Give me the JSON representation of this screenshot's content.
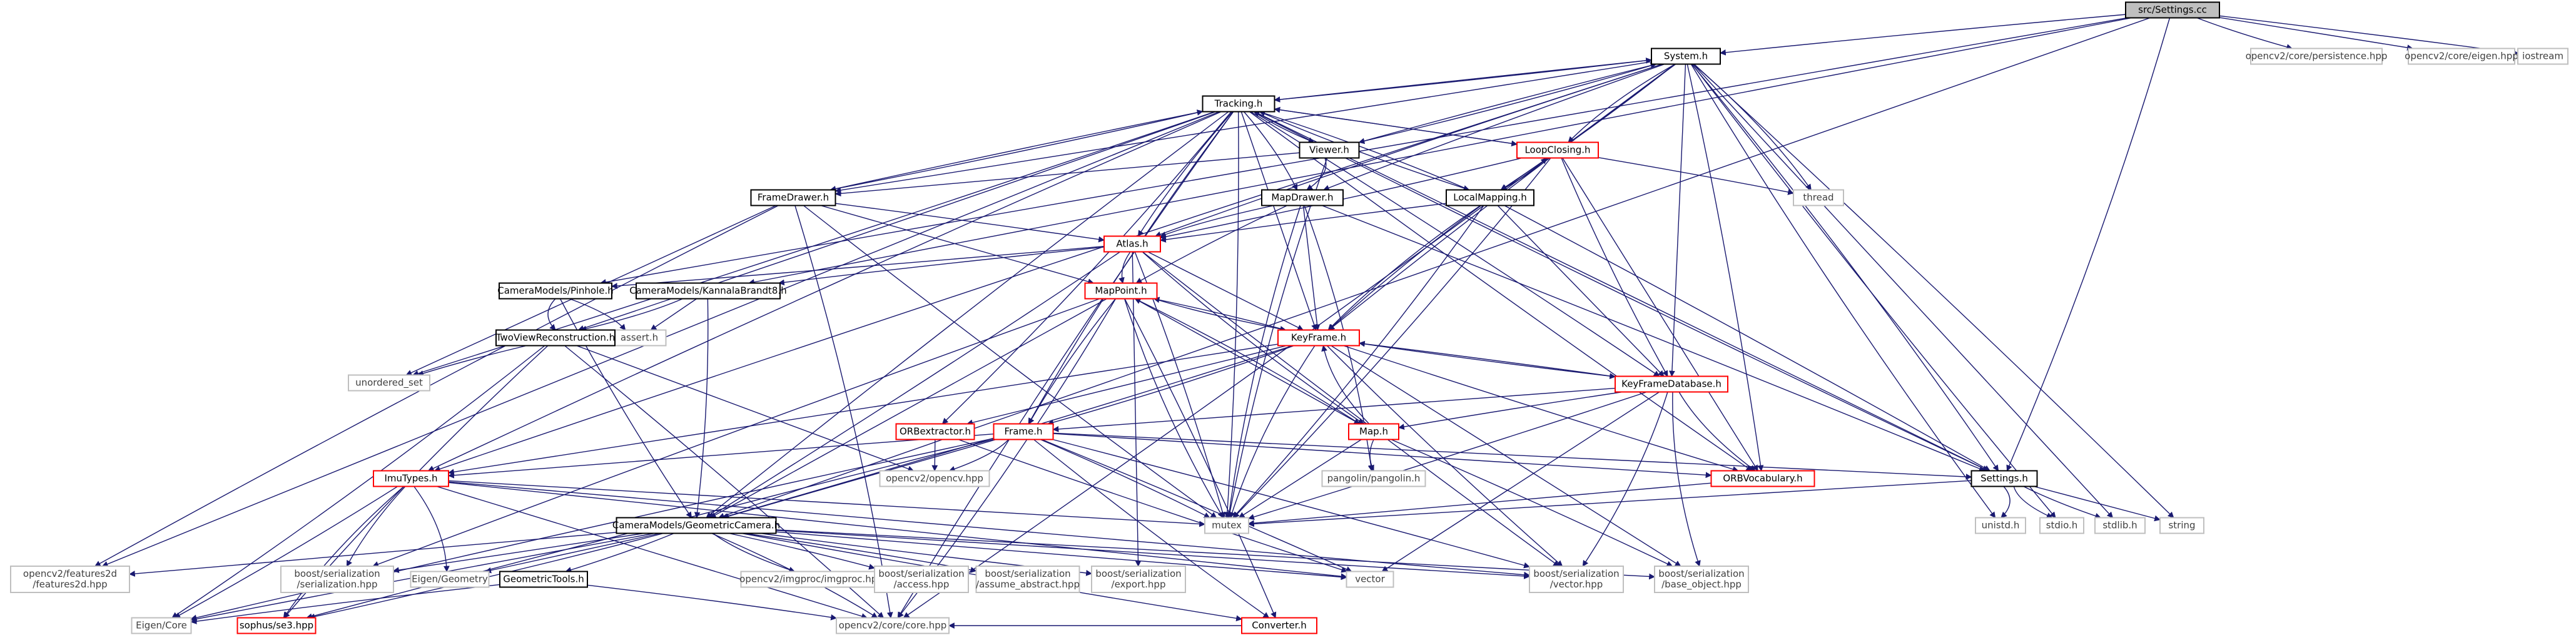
{
  "diagram": {
    "kind": "include-dependency-graph",
    "colors": {
      "edge": "#191970",
      "text_normal": "#000000",
      "text_link": "#000000",
      "text_truncated": "#000000",
      "box_normal": "#000000",
      "box_truncated": "#ff0000",
      "box_external": "#bfbfbf",
      "root_fill": "#bfbfbf",
      "node_fill": "#ffffff",
      "external_text": "#3f3f3f"
    },
    "nodes": [
      {
        "id": "root",
        "lines": [
          "src/Settings.cc"
        ],
        "style": "root"
      },
      {
        "id": "system",
        "lines": [
          "System.h"
        ],
        "style": "normal"
      },
      {
        "id": "persistence",
        "lines": [
          "opencv2/core/persistence.hpp"
        ],
        "style": "external"
      },
      {
        "id": "eigenhpp",
        "lines": [
          "opencv2/core/eigen.hpp"
        ],
        "style": "external"
      },
      {
        "id": "iostream",
        "lines": [
          "iostream"
        ],
        "style": "external"
      },
      {
        "id": "tracking",
        "lines": [
          "Tracking.h"
        ],
        "style": "normal"
      },
      {
        "id": "viewer",
        "lines": [
          "Viewer.h"
        ],
        "style": "normal"
      },
      {
        "id": "loopclosing",
        "lines": [
          "LoopClosing.h"
        ],
        "style": "truncated"
      },
      {
        "id": "mapdrawer",
        "lines": [
          "MapDrawer.h"
        ],
        "style": "normal"
      },
      {
        "id": "framedrawer",
        "lines": [
          "FrameDrawer.h"
        ],
        "style": "normal"
      },
      {
        "id": "localmapping",
        "lines": [
          "LocalMapping.h"
        ],
        "style": "normal"
      },
      {
        "id": "thread",
        "lines": [
          "thread"
        ],
        "style": "external"
      },
      {
        "id": "atlas",
        "lines": [
          "Atlas.h"
        ],
        "style": "truncated"
      },
      {
        "id": "campinhole",
        "lines": [
          "CameraModels/Pinhole.h"
        ],
        "style": "normal"
      },
      {
        "id": "camkb",
        "lines": [
          "CameraModels/KannalaBrandt8.h"
        ],
        "style": "normal"
      },
      {
        "id": "mappoint",
        "lines": [
          "MapPoint.h"
        ],
        "style": "truncated"
      },
      {
        "id": "assert",
        "lines": [
          "assert.h"
        ],
        "style": "external"
      },
      {
        "id": "twoview",
        "lines": [
          "TwoViewReconstruction.h"
        ],
        "style": "normal"
      },
      {
        "id": "keyframe",
        "lines": [
          "KeyFrame.h"
        ],
        "style": "truncated"
      },
      {
        "id": "unordered",
        "lines": [
          "unordered_set"
        ],
        "style": "external"
      },
      {
        "id": "kfdb",
        "lines": [
          "KeyFrameDatabase.h"
        ],
        "style": "truncated"
      },
      {
        "id": "orbext",
        "lines": [
          "ORBextractor.h"
        ],
        "style": "truncated"
      },
      {
        "id": "frame",
        "lines": [
          "Frame.h"
        ],
        "style": "truncated"
      },
      {
        "id": "map",
        "lines": [
          "Map.h"
        ],
        "style": "truncated"
      },
      {
        "id": "opencvhpp",
        "lines": [
          "opencv2/opencv.hpp"
        ],
        "style": "external"
      },
      {
        "id": "pangolin",
        "lines": [
          "pangolin/pangolin.h"
        ],
        "style": "external"
      },
      {
        "id": "imutypes",
        "lines": [
          "ImuTypes.h"
        ],
        "style": "truncated"
      },
      {
        "id": "orbvocab",
        "lines": [
          "ORBVocabulary.h"
        ],
        "style": "truncated"
      },
      {
        "id": "settings",
        "lines": [
          "Settings.h"
        ],
        "style": "normal"
      },
      {
        "id": "mutex",
        "lines": [
          "mutex"
        ],
        "style": "external"
      },
      {
        "id": "unistd",
        "lines": [
          "unistd.h"
        ],
        "style": "external"
      },
      {
        "id": "stdio",
        "lines": [
          "stdio.h"
        ],
        "style": "external"
      },
      {
        "id": "stdlib",
        "lines": [
          "stdlib.h"
        ],
        "style": "external"
      },
      {
        "id": "string",
        "lines": [
          "string"
        ],
        "style": "external"
      },
      {
        "id": "geometric",
        "lines": [
          "CameraModels/GeometricCamera.h"
        ],
        "style": "normal"
      },
      {
        "id": "features2d",
        "lines": [
          "opencv2/features2d",
          "/features2d.hpp"
        ],
        "style": "external"
      },
      {
        "id": "serialization",
        "lines": [
          "boost/serialization",
          "/serialization.hpp"
        ],
        "style": "external"
      },
      {
        "id": "eigengeometry",
        "lines": [
          "Eigen/Geometry"
        ],
        "style": "external"
      },
      {
        "id": "geometrictools",
        "lines": [
          "GeometricTools.h"
        ],
        "style": "normal"
      },
      {
        "id": "imgproc",
        "lines": [
          "opencv2/imgproc/imgproc.hpp"
        ],
        "style": "external"
      },
      {
        "id": "access",
        "lines": [
          "boost/serialization",
          "/access.hpp"
        ],
        "style": "external"
      },
      {
        "id": "assume",
        "lines": [
          "boost/serialization",
          "/assume_abstract.hpp"
        ],
        "style": "external"
      },
      {
        "id": "export",
        "lines": [
          "boost/serialization",
          "/export.hpp"
        ],
        "style": "external"
      },
      {
        "id": "converter",
        "lines": [
          "Converter.h"
        ],
        "style": "truncated"
      },
      {
        "id": "vector",
        "lines": [
          "vector"
        ],
        "style": "external"
      },
      {
        "id": "bsvector",
        "lines": [
          "boost/serialization",
          "/vector.hpp"
        ],
        "style": "external"
      },
      {
        "id": "baseobject",
        "lines": [
          "boost/serialization",
          "/base_object.hpp"
        ],
        "style": "external"
      },
      {
        "id": "eigencore",
        "lines": [
          "Eigen/Core"
        ],
        "style": "external"
      },
      {
        "id": "se3",
        "lines": [
          "sophus/se3.hpp"
        ],
        "style": "truncated"
      },
      {
        "id": "corehpp",
        "lines": [
          "opencv2/core/core.hpp"
        ],
        "style": "external"
      }
    ],
    "edges": [
      [
        "root",
        "system"
      ],
      [
        "root",
        "persistence"
      ],
      [
        "root",
        "eigenhpp"
      ],
      [
        "root",
        "iostream"
      ],
      [
        "root",
        "settings"
      ],
      [
        "root",
        "camkb"
      ],
      [
        "root",
        "campinhole"
      ],
      [
        "root",
        "geometric"
      ],
      [
        "system",
        "tracking"
      ],
      [
        "system",
        "viewer"
      ],
      [
        "system",
        "loopclosing"
      ],
      [
        "system",
        "mapdrawer"
      ],
      [
        "system",
        "framedrawer"
      ],
      [
        "system",
        "localmapping"
      ],
      [
        "system",
        "thread"
      ],
      [
        "system",
        "atlas"
      ],
      [
        "system",
        "keyframe"
      ],
      [
        "system",
        "kfdb"
      ],
      [
        "system",
        "orbvocab"
      ],
      [
        "system",
        "settings"
      ],
      [
        "system",
        "unistd"
      ],
      [
        "system",
        "stdio"
      ],
      [
        "system",
        "stdlib"
      ],
      [
        "system",
        "string"
      ],
      [
        "system",
        "corehpp"
      ],
      [
        "system",
        "imutypes"
      ],
      [
        "tracking",
        "viewer"
      ],
      [
        "tracking",
        "loopclosing"
      ],
      [
        "tracking",
        "mapdrawer"
      ],
      [
        "tracking",
        "framedrawer"
      ],
      [
        "tracking",
        "localmapping"
      ],
      [
        "tracking",
        "atlas"
      ],
      [
        "tracking",
        "keyframe"
      ],
      [
        "tracking",
        "kfdb"
      ],
      [
        "tracking",
        "orbext"
      ],
      [
        "tracking",
        "frame"
      ],
      [
        "tracking",
        "orbvocab"
      ],
      [
        "tracking",
        "settings"
      ],
      [
        "tracking",
        "mutex"
      ],
      [
        "tracking",
        "unordered"
      ],
      [
        "tracking",
        "imutypes"
      ],
      [
        "tracking",
        "geometric"
      ],
      [
        "tracking",
        "features2d"
      ],
      [
        "tracking",
        "twoview"
      ],
      [
        "tracking",
        "system"
      ],
      [
        "tracking",
        "corehpp"
      ],
      [
        "viewer",
        "system"
      ],
      [
        "viewer",
        "tracking"
      ],
      [
        "viewer",
        "framedrawer"
      ],
      [
        "viewer",
        "mapdrawer"
      ],
      [
        "viewer",
        "mutex"
      ],
      [
        "viewer",
        "settings"
      ],
      [
        "loopclosing",
        "tracking"
      ],
      [
        "loopclosing",
        "localmapping"
      ],
      [
        "loopclosing",
        "atlas"
      ],
      [
        "loopclosing",
        "keyframe"
      ],
      [
        "loopclosing",
        "kfdb"
      ],
      [
        "loopclosing",
        "orbvocab"
      ],
      [
        "loopclosing",
        "thread"
      ],
      [
        "loopclosing",
        "mutex"
      ],
      [
        "mapdrawer",
        "atlas"
      ],
      [
        "mapdrawer",
        "mappoint"
      ],
      [
        "mapdrawer",
        "keyframe"
      ],
      [
        "mapdrawer",
        "settings"
      ],
      [
        "mapdrawer",
        "pangolin"
      ],
      [
        "mapdrawer",
        "mutex"
      ],
      [
        "framedrawer",
        "tracking"
      ],
      [
        "framedrawer",
        "mappoint"
      ],
      [
        "framedrawer",
        "atlas"
      ],
      [
        "framedrawer",
        "corehpp"
      ],
      [
        "framedrawer",
        "features2d"
      ],
      [
        "framedrawer",
        "mutex"
      ],
      [
        "framedrawer",
        "unordered"
      ],
      [
        "localmapping",
        "loopclosing"
      ],
      [
        "localmapping",
        "tracking"
      ],
      [
        "localmapping",
        "keyframe"
      ],
      [
        "localmapping",
        "atlas"
      ],
      [
        "localmapping",
        "kfdb"
      ],
      [
        "localmapping",
        "settings"
      ],
      [
        "localmapping",
        "mutex"
      ],
      [
        "atlas",
        "map"
      ],
      [
        "atlas",
        "mappoint"
      ],
      [
        "atlas",
        "keyframe"
      ],
      [
        "atlas",
        "geometric"
      ],
      [
        "atlas",
        "campinhole"
      ],
      [
        "atlas",
        "camkb"
      ],
      [
        "atlas",
        "bsvector"
      ],
      [
        "atlas",
        "export"
      ],
      [
        "atlas",
        "mutex"
      ],
      [
        "campinhole",
        "assert"
      ],
      [
        "campinhole",
        "twoview"
      ],
      [
        "campinhole",
        "geometric"
      ],
      [
        "camkb",
        "assert"
      ],
      [
        "camkb",
        "geometric"
      ],
      [
        "camkb",
        "twoview"
      ],
      [
        "mappoint",
        "keyframe"
      ],
      [
        "mappoint",
        "frame"
      ],
      [
        "mappoint",
        "map"
      ],
      [
        "mappoint",
        "converter"
      ],
      [
        "mappoint",
        "corehpp"
      ],
      [
        "mappoint",
        "mutex"
      ],
      [
        "mappoint",
        "serialization"
      ],
      [
        "mappoint",
        "geometric"
      ],
      [
        "twoview",
        "corehpp"
      ],
      [
        "twoview",
        "eigencore"
      ],
      [
        "twoview",
        "se3"
      ],
      [
        "twoview",
        "unordered"
      ],
      [
        "twoview",
        "opencvhpp"
      ],
      [
        "keyframe",
        "mappoint"
      ],
      [
        "keyframe",
        "frame"
      ],
      [
        "keyframe",
        "kfdb"
      ],
      [
        "keyframe",
        "orbvocab"
      ],
      [
        "keyframe",
        "orbext"
      ],
      [
        "keyframe",
        "imutypes"
      ],
      [
        "keyframe",
        "geometric"
      ],
      [
        "keyframe",
        "mutex"
      ],
      [
        "keyframe",
        "bsvector"
      ],
      [
        "keyframe",
        "baseobject"
      ],
      [
        "kfdb",
        "keyframe"
      ],
      [
        "kfdb",
        "frame"
      ],
      [
        "kfdb",
        "orbvocab"
      ],
      [
        "kfdb",
        "map"
      ],
      [
        "kfdb",
        "vector"
      ],
      [
        "kfdb",
        "mutex"
      ],
      [
        "kfdb",
        "bsvector"
      ],
      [
        "kfdb",
        "baseobject"
      ],
      [
        "orbext",
        "vector"
      ],
      [
        "orbext",
        "opencvhpp"
      ],
      [
        "frame",
        "vector"
      ],
      [
        "frame",
        "imutypes"
      ],
      [
        "frame",
        "orbvocab"
      ],
      [
        "frame",
        "converter"
      ],
      [
        "frame",
        "settings"
      ],
      [
        "frame",
        "mutex"
      ],
      [
        "frame",
        "opencvhpp"
      ],
      [
        "frame",
        "eigencore"
      ],
      [
        "frame",
        "se3"
      ],
      [
        "frame",
        "geometric"
      ],
      [
        "frame",
        "bsvector"
      ],
      [
        "map",
        "mappoint"
      ],
      [
        "map",
        "keyframe"
      ],
      [
        "map",
        "pangolin"
      ],
      [
        "map",
        "mutex"
      ],
      [
        "map",
        "baseobject"
      ],
      [
        "imutypes",
        "vector"
      ],
      [
        "imutypes",
        "utils"
      ],
      [
        "imutypes",
        "mutex"
      ],
      [
        "imutypes",
        "corehpp"
      ],
      [
        "imutypes",
        "eigencore"
      ],
      [
        "imutypes",
        "eigengeometry"
      ],
      [
        "imutypes",
        "se3"
      ],
      [
        "imutypes",
        "serialization"
      ],
      [
        "imutypes",
        "bsvector"
      ],
      [
        "orbvocab",
        "mutex"
      ],
      [
        "settings",
        "unistd"
      ],
      [
        "settings",
        "stdio"
      ],
      [
        "settings",
        "stdlib"
      ],
      [
        "settings",
        "string"
      ],
      [
        "settings",
        "mutex"
      ],
      [
        "geometric",
        "corehpp"
      ],
      [
        "geometric",
        "imgproc"
      ],
      [
        "geometric",
        "features2d"
      ],
      [
        "geometric",
        "serialization"
      ],
      [
        "geometric",
        "access"
      ],
      [
        "geometric",
        "assume"
      ],
      [
        "geometric",
        "export"
      ],
      [
        "geometric",
        "eigencore"
      ],
      [
        "geometric",
        "eigengeometry"
      ],
      [
        "geometric",
        "geometrictools"
      ],
      [
        "geometric",
        "se3"
      ],
      [
        "geometric",
        "converter"
      ],
      [
        "geometric",
        "vector"
      ],
      [
        "geometric",
        "bsvector"
      ],
      [
        "geometric",
        "baseobject"
      ],
      [
        "geometrictools",
        "corehpp"
      ],
      [
        "geometrictools",
        "eigencore"
      ],
      [
        "converter",
        "corehpp"
      ]
    ]
  }
}
